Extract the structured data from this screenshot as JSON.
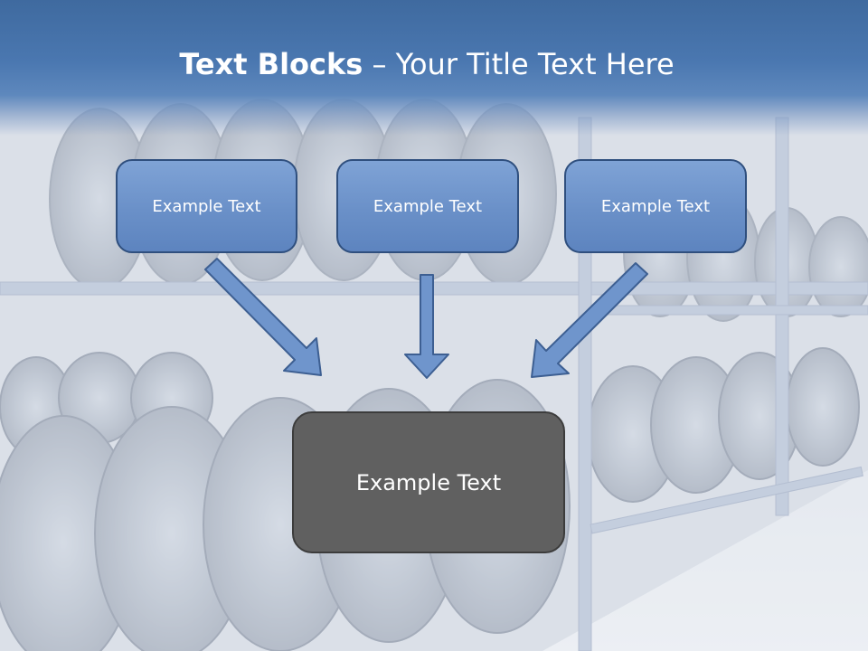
{
  "slide": {
    "title_bold": "Text Blocks",
    "title_separator": " – ",
    "title_rest": "Your Title Text Here",
    "box_top_left": "Example Text",
    "box_top_center": "Example Text",
    "box_top_right": "Example Text",
    "box_bottom": "Example Text",
    "colors": {
      "header": "#4a77b0",
      "box": "#6a90c8",
      "box_border": "#2f4f7e",
      "big_box": "#606060"
    }
  }
}
